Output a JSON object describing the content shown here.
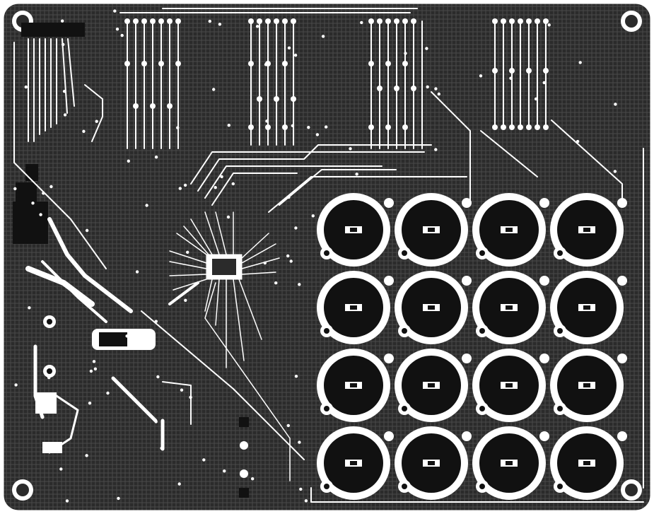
{
  "colors": {
    "board": "#2b2b2b",
    "copper": "#ffffff",
    "pad": "#111111",
    "outline": "#ffffff"
  },
  "board": {
    "mounting_holes": 4,
    "contact_pad_array": {
      "rows": 4,
      "cols": 4
    },
    "connector_groups": 4,
    "icons": [
      "mounting-hole-icon",
      "contact-pad-icon",
      "via-icon",
      "ic-footprint-icon"
    ]
  }
}
